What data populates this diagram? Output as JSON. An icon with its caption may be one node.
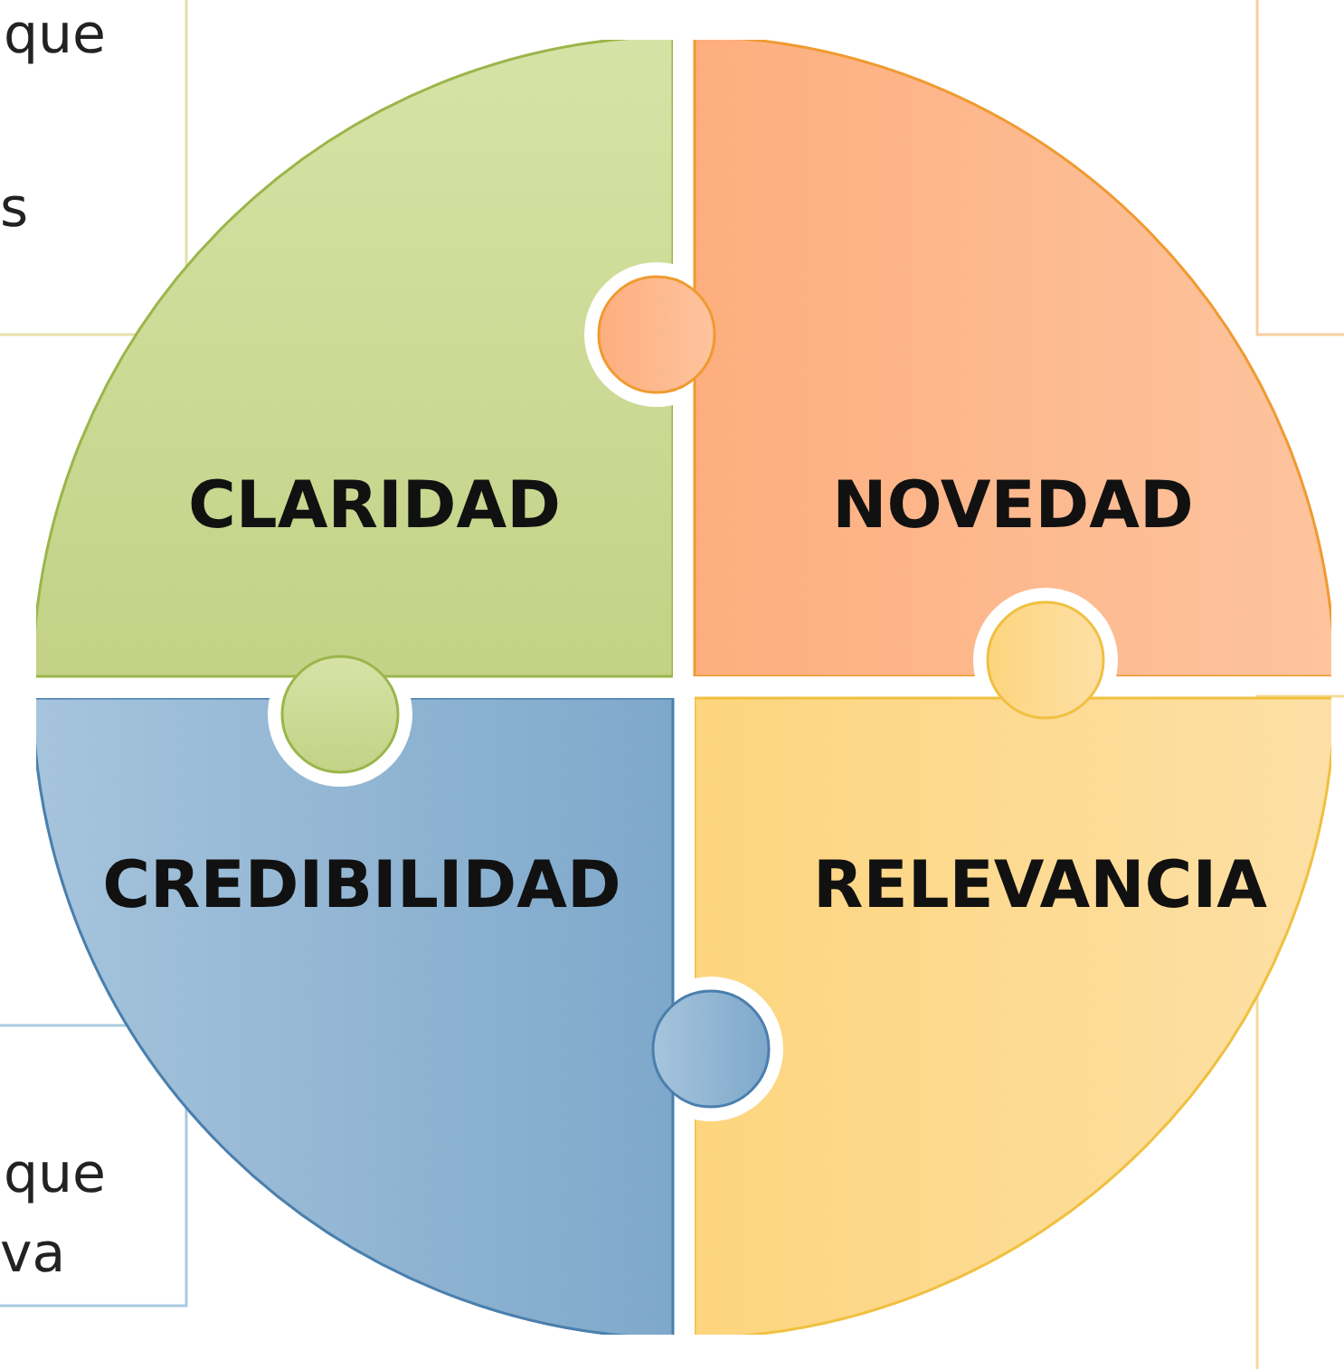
{
  "diagram": {
    "nodes": [
      {
        "text": [
          "CLARIDAD"
        ]
      },
      {
        "text": [
          "NOVEDAD"
        ]
      },
      {
        "text": [
          "CREDIBILIDAD"
        ]
      },
      {
        "text": [
          "RELEVANCIA"
        ]
      }
    ],
    "labels": [
      "que",
      "s",
      "que",
      "va"
    ]
  }
}
